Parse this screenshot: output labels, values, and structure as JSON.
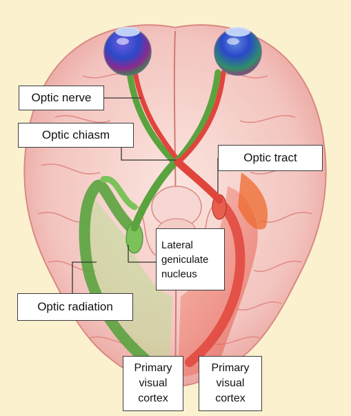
{
  "labels": {
    "optic_nerve": "Optic nerve",
    "optic_chiasm": "Optic chiasm",
    "optic_tract": "Optic tract",
    "lateral_geniculate_nucleus": "Lateral\ngeniculate\nnucleus",
    "optic_radiation": "Optic radiation",
    "primary_visual_cortex_left": "Primary\nvisual\ncortex",
    "primary_visual_cortex_right": "Primary\nvisual\ncortex"
  },
  "colors": {
    "background": "#fbf1cf",
    "brain": "#f4c9c6",
    "brain_fold": "#e79a96",
    "left_pathway": "#5aa33f",
    "right_pathway": "#e0453c",
    "eye_blue": "#2b48c8",
    "eye_magenta": "#b0287a",
    "eye_green": "#2f9b3f"
  }
}
